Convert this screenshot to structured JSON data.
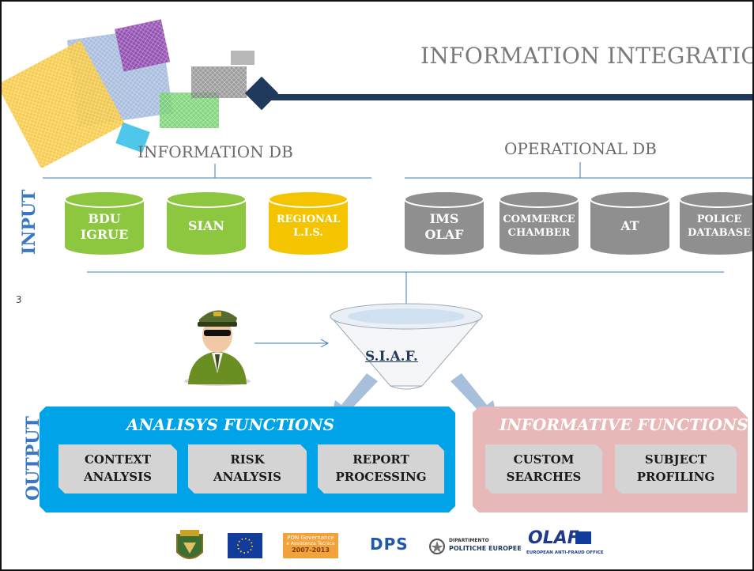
{
  "title": "INFORMATION INTEGRATION",
  "page_number": "3",
  "input_label": "INPUT",
  "output_label": "OUTPUT",
  "information_db": {
    "label": "INFORMATION DB",
    "items": [
      {
        "line1": "BDU",
        "line2": "IGRUE",
        "color": "#8dc63f"
      },
      {
        "line1": "SIAN",
        "line2": "",
        "color": "#8dc63f"
      },
      {
        "line1": "REGIONAL",
        "line2": "L.I.S.",
        "color": "#f5c400"
      }
    ]
  },
  "operational_db": {
    "label": "OPERATIONAL DB",
    "items": [
      {
        "line1": "IMS",
        "line2": "OLAF",
        "color": "#8f8f8f"
      },
      {
        "line1": "COMMERCE",
        "line2": "CHAMBER",
        "color": "#8f8f8f"
      },
      {
        "line1": "AT",
        "line2": "",
        "color": "#8f8f8f"
      },
      {
        "line1": "POLICE",
        "line2": "DATABASE",
        "color": "#8f8f8f"
      }
    ]
  },
  "siaf": "S.I.A.F.",
  "analysis": {
    "title": "ANALISYS FUNCTIONS",
    "color": "#00a3e8",
    "items": [
      {
        "line1": "CONTEXT",
        "line2": "ANALYSIS"
      },
      {
        "line1": "RISK",
        "line2": "ANALYSIS"
      },
      {
        "line1": "REPORT",
        "line2": "PROCESSING"
      }
    ]
  },
  "informative": {
    "title": "INFORMATIVE FUNCTIONS",
    "color": "#e8b8b8",
    "items": [
      {
        "line1": "CUSTOM",
        "line2": "SEARCHES"
      },
      {
        "line1": "SUBJECT",
        "line2": "PROFILING"
      }
    ]
  },
  "logos": {
    "pon_line1": "PON Governance",
    "pon_line2": "e Assistenza Tecnica",
    "pon_years": "2007-2013",
    "dps": "DPS",
    "dept_line1": "DIPARTIMENTO",
    "dept_line2": "POLITICHE EUROPEE",
    "olaf": "OLAF",
    "olaf_sub": "EUROPEAN ANTI-FRAUD OFFICE"
  }
}
